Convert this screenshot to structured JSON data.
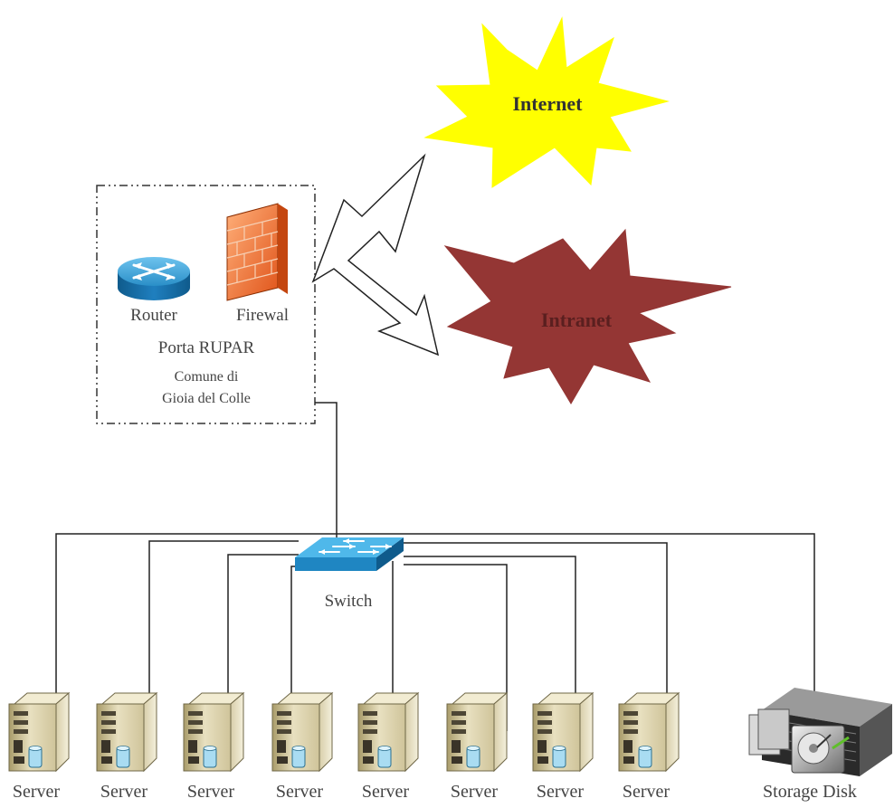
{
  "gateway": {
    "router_label": "Router",
    "firewall_label": "Firewal",
    "title": "Porta RUPAR",
    "subtitle_line1": "Comune di",
    "subtitle_line2": "Gioia del Colle"
  },
  "clouds": {
    "internet": {
      "label": "Internet",
      "fill": "#ffff00",
      "text_color": "#333333"
    },
    "intranet": {
      "label": "Intranet",
      "fill": "#943634",
      "text_color": "#5a1f1f"
    }
  },
  "switch": {
    "label": "Switch",
    "color": "#29a8e0"
  },
  "servers": [
    {
      "label": "Server"
    },
    {
      "label": "Server"
    },
    {
      "label": "Server"
    },
    {
      "label": "Server"
    },
    {
      "label": "Server"
    },
    {
      "label": "Server"
    },
    {
      "label": "Server"
    },
    {
      "label": "Server"
    }
  ],
  "storage": {
    "label": "Storage Disk"
  },
  "icons": {
    "router": "router-icon",
    "firewall": "firewall-icon",
    "switch": "switch-icon",
    "server": "server-icon",
    "storage": "storage-disk-icon"
  }
}
